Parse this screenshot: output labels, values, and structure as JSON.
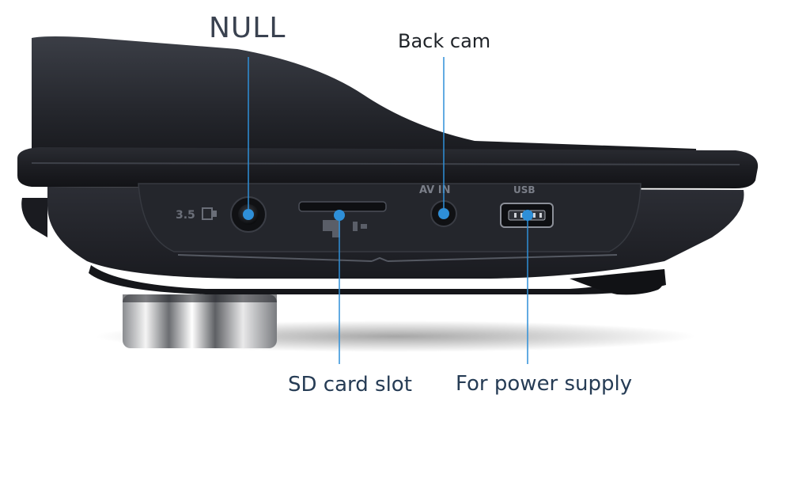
{
  "callouts": {
    "null_port": "NULL",
    "back_cam": "Back cam",
    "sd_card": "SD card slot",
    "power": "For power supply"
  },
  "device": {
    "jack_label": "3.5",
    "av_label": "AV IN",
    "usb_label": "USB"
  },
  "colors": {
    "callout_blue": "#2e8fd8",
    "body_dark": "#1d1f25"
  }
}
